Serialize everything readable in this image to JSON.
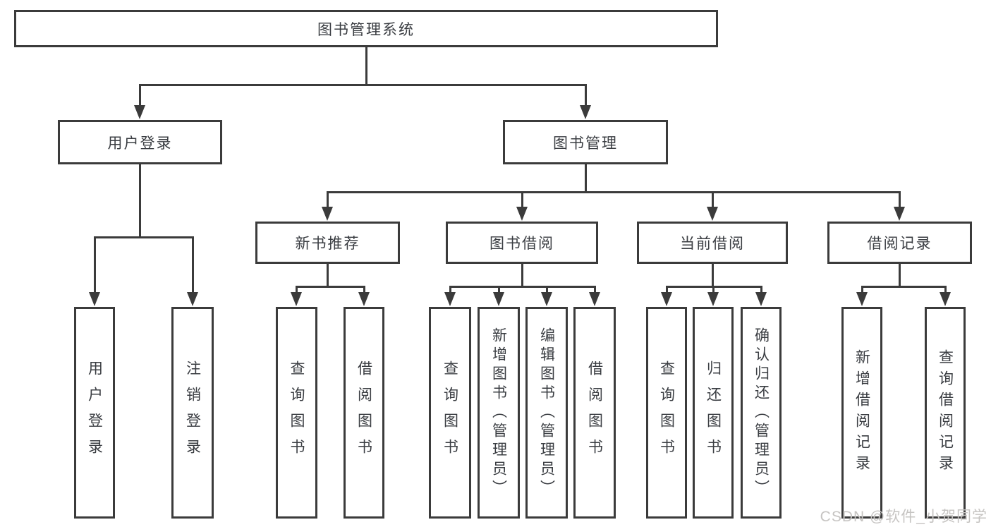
{
  "title": "图书管理系统",
  "colors": {
    "line": "#3b3b3b",
    "text": "#3a3d42",
    "background": "#ffffff",
    "watermark": "#c6c4c2"
  },
  "watermark": "CSDN @软件_小贺同学",
  "nodes": {
    "root": {
      "label": "图书管理系统"
    },
    "level2": [
      {
        "label": "用户登录",
        "parent": "图书管理系统"
      },
      {
        "label": "图书管理",
        "parent": "图书管理系统"
      }
    ],
    "level3": [
      {
        "label": "新书推荐",
        "parent": "图书管理"
      },
      {
        "label": "图书借阅",
        "parent": "图书管理"
      },
      {
        "label": "当前借阅",
        "parent": "图书管理"
      },
      {
        "label": "借阅记录",
        "parent": "图书管理"
      }
    ],
    "leaves": [
      {
        "label": "用户登录",
        "parent": "用户登录"
      },
      {
        "label": "注销登录",
        "parent": "用户登录"
      },
      {
        "label": "查询图书",
        "parent": "新书推荐"
      },
      {
        "label": "借阅图书",
        "parent": "新书推荐"
      },
      {
        "label": "查询图书",
        "parent": "图书借阅"
      },
      {
        "label": "新增图书（管理员）",
        "parent": "图书借阅"
      },
      {
        "label": "编辑图书（管理员）",
        "parent": "图书借阅"
      },
      {
        "label": "借阅图书",
        "parent": "图书借阅"
      },
      {
        "label": "查询图书",
        "parent": "当前借阅"
      },
      {
        "label": "归还图书",
        "parent": "当前借阅"
      },
      {
        "label": "确认归还（管理员）",
        "parent": "当前借阅"
      },
      {
        "label": "新增借阅记录",
        "parent": "借阅记录"
      },
      {
        "label": "查询借阅记录",
        "parent": "借阅记录"
      }
    ]
  }
}
